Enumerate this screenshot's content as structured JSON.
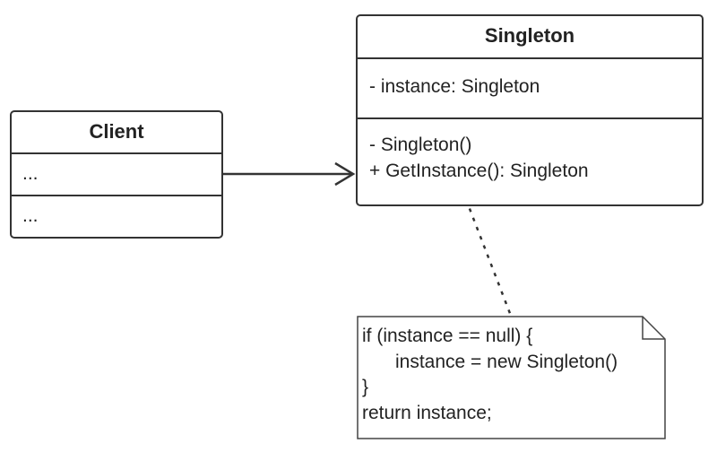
{
  "client": {
    "name": "Client",
    "attributes": "...",
    "operations": "..."
  },
  "singleton": {
    "name": "Singleton",
    "attributes": "- instance: Singleton",
    "operations": [
      "- Singleton()",
      "+ GetInstance(): Singleton"
    ]
  },
  "note": {
    "lines": [
      "if (instance == null) {",
      "instance = new Singleton()",
      "}",
      "return instance;"
    ]
  },
  "colors": {
    "stroke": "#333333",
    "background": "#ffffff",
    "text": "#222222"
  }
}
